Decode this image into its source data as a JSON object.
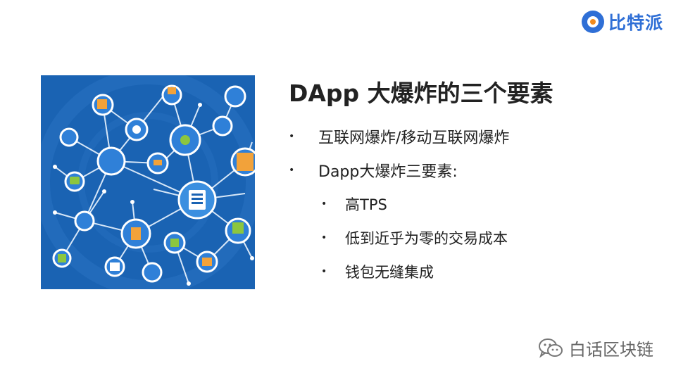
{
  "brand": {
    "name": "比特派",
    "colors": {
      "primary": "#2f6fd6",
      "accent": "#f28b1e"
    }
  },
  "image": {
    "type": "network-diagram-illustration",
    "background": "#1a63b3"
  },
  "slide": {
    "title": "DApp 大爆炸的三个要素",
    "bullets": [
      {
        "level": 1,
        "text": "互联网爆炸/移动互联网爆炸"
      },
      {
        "level": 1,
        "text": "Dapp大爆炸三要素:"
      },
      {
        "level": 2,
        "text": "高TPS"
      },
      {
        "level": 2,
        "text": "低到近乎为零的交易成本"
      },
      {
        "level": 2,
        "text": "钱包无缝集成"
      }
    ],
    "bullet_glyph": "•"
  },
  "watermark": {
    "icon": "wechat-icon",
    "text": "白话区块链"
  }
}
